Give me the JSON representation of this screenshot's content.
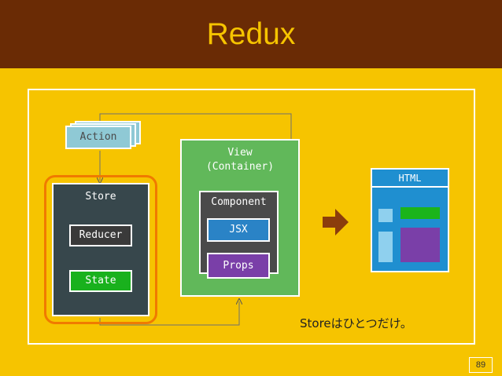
{
  "title": "Redux",
  "action": {
    "label": "Action"
  },
  "store": {
    "label": "Store",
    "reducer": "Reducer",
    "state": "State"
  },
  "view": {
    "line1": "View",
    "line2": "(Container)",
    "component": "Component",
    "jsx": "JSX",
    "props": "Props"
  },
  "html": {
    "label": "HTML"
  },
  "note": "Storeはひとつだけ。",
  "page_number": "89",
  "colors": {
    "header": "#6a2b05",
    "background": "#f6c400",
    "highlight": "#f07a00",
    "store": "#37474c",
    "state": "#19b11d",
    "view": "#61b85a",
    "jsx": "#2a83c6",
    "props": "#7a3fa8",
    "html": "#1f8fd0",
    "arrow": "#8b3d0c"
  }
}
